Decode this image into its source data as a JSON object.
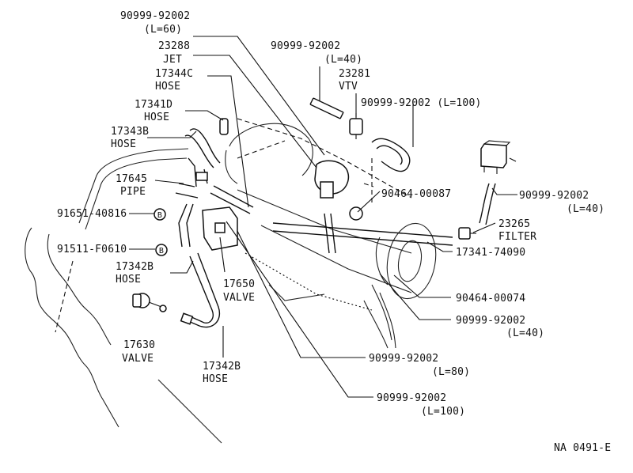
{
  "callouts": [
    {
      "id": "c1",
      "lines": [
        "90999-92002",
        "(L=60)"
      ]
    },
    {
      "id": "c2",
      "lines": [
        "23288",
        "JET"
      ]
    },
    {
      "id": "c3",
      "lines": [
        "17344C",
        "HOSE"
      ]
    },
    {
      "id": "c4",
      "lines": [
        "17341D",
        "HOSE"
      ]
    },
    {
      "id": "c5",
      "lines": [
        "17343B",
        "HOSE"
      ]
    },
    {
      "id": "c6",
      "lines": [
        "17645",
        "PIPE"
      ]
    },
    {
      "id": "c7",
      "lines": [
        "91651-40816"
      ]
    },
    {
      "id": "c8",
      "lines": [
        "91511-F0610"
      ]
    },
    {
      "id": "c9",
      "lines": [
        "17342B",
        "HOSE"
      ]
    },
    {
      "id": "c10",
      "lines": [
        "17650",
        "VALVE"
      ]
    },
    {
      "id": "c11",
      "lines": [
        "17630",
        "VALVE"
      ]
    },
    {
      "id": "c12",
      "lines": [
        "17342B",
        "HOSE"
      ]
    },
    {
      "id": "c13",
      "lines": [
        "90999-92002",
        "(L=40)"
      ]
    },
    {
      "id": "c14",
      "lines": [
        "23281",
        "VTV"
      ]
    },
    {
      "id": "c15",
      "lines": [
        "90999-92002 (L=100)"
      ]
    },
    {
      "id": "c16",
      "lines": [
        "90464-00087"
      ]
    },
    {
      "id": "c17",
      "lines": [
        "90999-92002",
        "(L=40)"
      ]
    },
    {
      "id": "c18",
      "lines": [
        "23265",
        "FILTER"
      ]
    },
    {
      "id": "c19",
      "lines": [
        "17341-74090"
      ]
    },
    {
      "id": "c20",
      "lines": [
        "90464-00074"
      ]
    },
    {
      "id": "c21",
      "lines": [
        "90999-92002",
        "(L=40)"
      ]
    },
    {
      "id": "c22",
      "lines": [
        "90999-92002",
        "(L=80)"
      ]
    },
    {
      "id": "c23",
      "lines": [
        "90999-92002",
        "(L=100)"
      ]
    }
  ],
  "markers": [
    {
      "id": "m1",
      "text": "B"
    },
    {
      "id": "m2",
      "text": "B"
    }
  ],
  "figure_code": "NA 0491-E"
}
